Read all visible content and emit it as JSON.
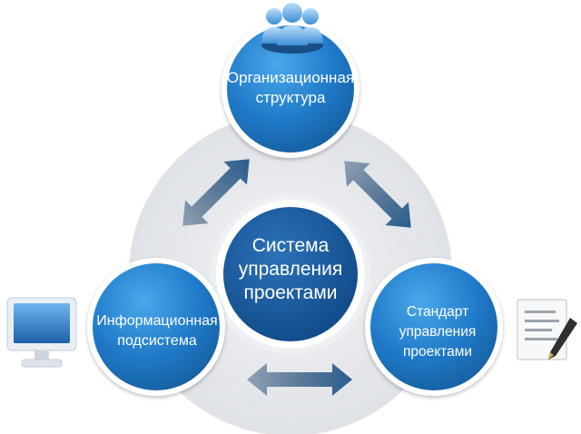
{
  "diagram": {
    "center_node": {
      "lines": [
        "Система",
        "управления",
        "проектами"
      ]
    },
    "top_node": {
      "lines": [
        "Организационная",
        "структура"
      ],
      "icon": "people-group-icon"
    },
    "left_node": {
      "lines": [
        "Информационная",
        "подсистема"
      ],
      "icon": "computer-monitor-icon"
    },
    "right_node": {
      "lines": [
        "Стандарт",
        "управления",
        "проектами"
      ],
      "icon": "document-pen-icon"
    },
    "connectors": [
      "double-arrow",
      "double-arrow",
      "double-arrow"
    ],
    "colors": {
      "node_fill": "#1e76c4",
      "node_fill_light": "#3c9ae0",
      "center_fill": "#16579a",
      "ring": "#e3e5e8",
      "arrow": "#7b8fa6",
      "arrow_dark": "#2a5d8d"
    }
  }
}
